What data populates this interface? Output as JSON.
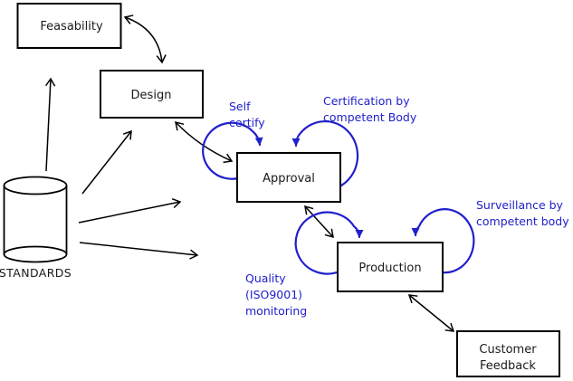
{
  "nodes": {
    "feasability": {
      "label": "Feasability"
    },
    "design": {
      "label": "Design"
    },
    "approval": {
      "label": "Approval"
    },
    "production": {
      "label": "Production"
    },
    "customer_feedback": {
      "line1": "Customer",
      "line2": "Feedback"
    },
    "standards": {
      "label": "STANDARDS"
    }
  },
  "annotations": {
    "self_certify": {
      "line1": "Self",
      "line2": "certify"
    },
    "certification": {
      "line1": "Certification by",
      "line2": "competent Body"
    },
    "surveillance": {
      "line1": "Surveillance by",
      "line2": "competent body"
    },
    "quality_monitoring": {
      "line1": "Quality",
      "line2": "(ISO9001)",
      "line3": "monitoring"
    }
  },
  "edges": [
    {
      "from": "feasability",
      "to": "design",
      "style": "bidirectional"
    },
    {
      "from": "design",
      "to": "approval",
      "style": "bidirectional"
    },
    {
      "from": "approval",
      "to": "production",
      "style": "bidirectional"
    },
    {
      "from": "production",
      "to": "customer_feedback",
      "style": "bidirectional"
    },
    {
      "from": "standards",
      "to": "feasability",
      "style": "arrow"
    },
    {
      "from": "standards",
      "to": "design",
      "style": "arrow"
    },
    {
      "from": "standards",
      "to": "approval",
      "style": "arrow"
    },
    {
      "from": "standards",
      "to": "production",
      "style": "arrow"
    },
    {
      "on": "approval",
      "style": "self-loop",
      "label": "Self certify"
    },
    {
      "on": "approval",
      "style": "self-loop",
      "label": "Certification by competent Body"
    },
    {
      "on": "production",
      "style": "self-loop",
      "label": "Quality (ISO9001) monitoring"
    },
    {
      "on": "production",
      "style": "self-loop",
      "label": "Surveillance by competent body"
    }
  ],
  "colors": {
    "annotation_blue": "#2020cc",
    "diagram_black": "#000000",
    "background": "#ffffff"
  }
}
